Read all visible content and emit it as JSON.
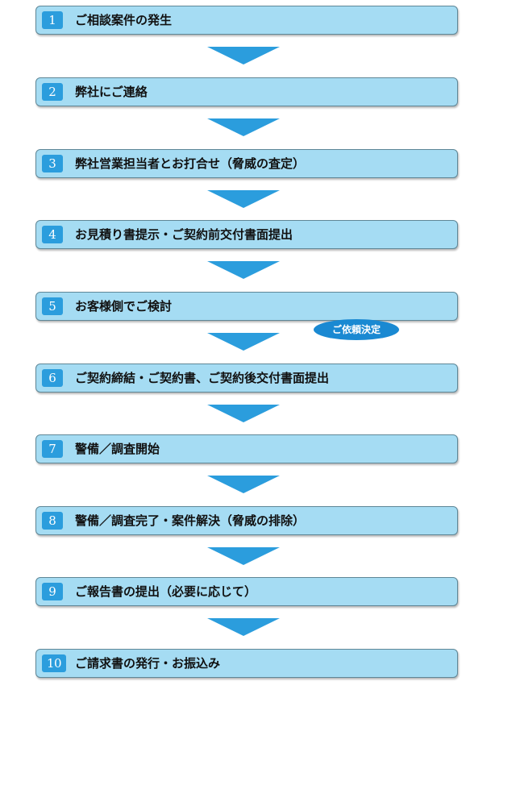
{
  "steps": [
    {
      "num": "1",
      "label": "ご相談案件の発生"
    },
    {
      "num": "2",
      "label": "弊社にご連絡"
    },
    {
      "num": "3",
      "label": "弊社営業担当者とお打合せ（脅威の査定）"
    },
    {
      "num": "4",
      "label": "お見積り書提示・ご契約前交付書面提出"
    },
    {
      "num": "5",
      "label": "お客様側でご検討"
    },
    {
      "num": "6",
      "label": "ご契約締結・ご契約書、ご契約後交付書面提出"
    },
    {
      "num": "7",
      "label": "警備／調査開始"
    },
    {
      "num": "8",
      "label": "警備／調査完了・案件解決（脅威の排除）"
    },
    {
      "num": "9",
      "label": "ご報告書の提出（必要に応じて）"
    },
    {
      "num": "10",
      "label": "ご請求書の発行・お振込み"
    }
  ],
  "decision_badge": "ご依頼決定",
  "colors": {
    "step_fill": "#a5dcf3",
    "number_fill": "#2b9ddd",
    "arrow": "#2b9ddd",
    "badge": "#1a89d2"
  }
}
